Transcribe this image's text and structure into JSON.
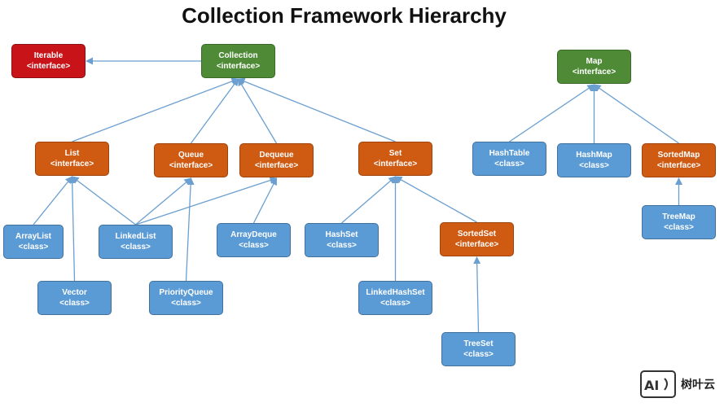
{
  "title": "Collection Framework Hierarchy",
  "colors": {
    "interface_root": "#c81418",
    "interface_top": "#4f8a36",
    "interface": "#cf5a12",
    "class": "#5b9bd5",
    "edge": "#6a9fd0"
  },
  "nodes": {
    "iterable": {
      "name": "Iterable",
      "type": "<interface>"
    },
    "collection": {
      "name": "Collection",
      "type": "<interface>"
    },
    "list": {
      "name": "List",
      "type": "<interface>"
    },
    "queue": {
      "name": "Queue",
      "type": "<interface>"
    },
    "dequeue": {
      "name": "Dequeue",
      "type": "<interface>"
    },
    "set": {
      "name": "Set",
      "type": "<interface>"
    },
    "arraylist": {
      "name": "ArrayList",
      "type": "<class>"
    },
    "linkedlist": {
      "name": "LinkedList",
      "type": "<class>"
    },
    "arraydeque": {
      "name": "ArrayDeque",
      "type": "<class>"
    },
    "hashset": {
      "name": "HashSet",
      "type": "<class>"
    },
    "sortedset": {
      "name": "SortedSet",
      "type": "<interface>"
    },
    "vector": {
      "name": "Vector",
      "type": "<class>"
    },
    "priorityqueue": {
      "name": "PriorityQueue",
      "type": "<class>"
    },
    "linkedhashset": {
      "name": "LinkedHashSet",
      "type": "<class>"
    },
    "treeset": {
      "name": "TreeSet",
      "type": "<class>"
    },
    "map": {
      "name": "Map",
      "type": "<interface>"
    },
    "hashtable": {
      "name": "HashTable",
      "type": "<class>"
    },
    "hashmap": {
      "name": "HashMap",
      "type": "<class>"
    },
    "sortedmap": {
      "name": "SortedMap",
      "type": "<interface>"
    },
    "treemap": {
      "name": "TreeMap",
      "type": "<class>"
    }
  },
  "edges": [
    [
      "collection",
      "iterable"
    ],
    [
      "list",
      "collection"
    ],
    [
      "queue",
      "collection"
    ],
    [
      "dequeue",
      "collection"
    ],
    [
      "set",
      "collection"
    ],
    [
      "arraylist",
      "list"
    ],
    [
      "vector",
      "list"
    ],
    [
      "linkedlist",
      "list"
    ],
    [
      "linkedlist",
      "queue"
    ],
    [
      "linkedlist",
      "dequeue"
    ],
    [
      "priorityqueue",
      "queue"
    ],
    [
      "arraydeque",
      "dequeue"
    ],
    [
      "hashset",
      "set"
    ],
    [
      "linkedhashset",
      "set"
    ],
    [
      "sortedset",
      "set"
    ],
    [
      "treeset",
      "sortedset"
    ],
    [
      "hashtable",
      "map"
    ],
    [
      "hashmap",
      "map"
    ],
    [
      "sortedmap",
      "map"
    ],
    [
      "treemap",
      "sortedmap"
    ]
  ],
  "watermark": {
    "logo": "AI",
    "text": "树叶云"
  }
}
